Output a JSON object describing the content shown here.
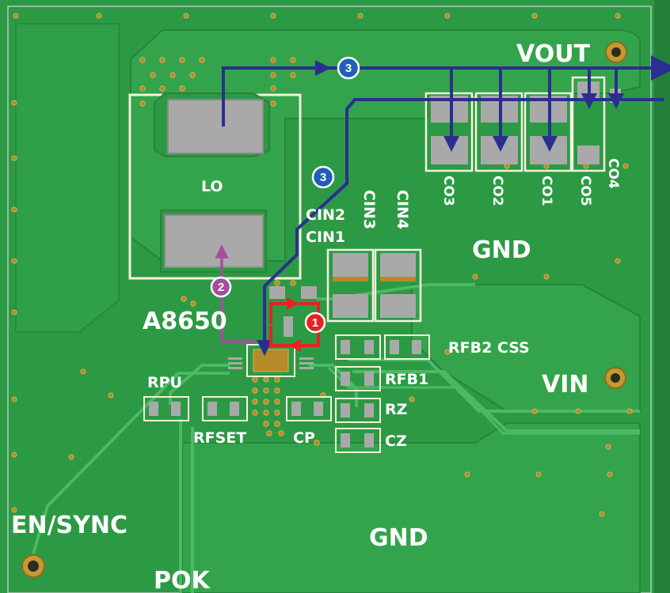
{
  "labels": {
    "vout": "VOUT",
    "vin": "VIN",
    "gnd_top": "GND",
    "gnd_bottom": "GND",
    "en_sync": "EN/SYNC",
    "pok": "POK",
    "lo": "LO",
    "chip": "A8650",
    "cin1": "CIN1",
    "cin2": "CIN2",
    "cin3": "CIN3",
    "cin4": "CIN4",
    "co3": "CO3",
    "co2": "CO2",
    "co1": "CO1",
    "co5": "CO5",
    "co4": "CO4",
    "rfb2_css": "RFB2 CSS",
    "rfb1": "RFB1",
    "rz": "RZ",
    "cz": "CZ",
    "rpu": "RPU",
    "rfset": "RFSET",
    "cp": "CP"
  },
  "markers": {
    "one": "1",
    "two": "2",
    "three_top": "3",
    "three_mid": "3"
  },
  "colors": {
    "board": "#2c9a44",
    "copper_fill": "#36a84d",
    "trace": "#48b860",
    "silkscreen": "#ffffff",
    "pad": "#a9a9a9",
    "path_blue": "#2a2f8f",
    "path_red": "#e62222",
    "path_purple": "#a54e9c"
  }
}
